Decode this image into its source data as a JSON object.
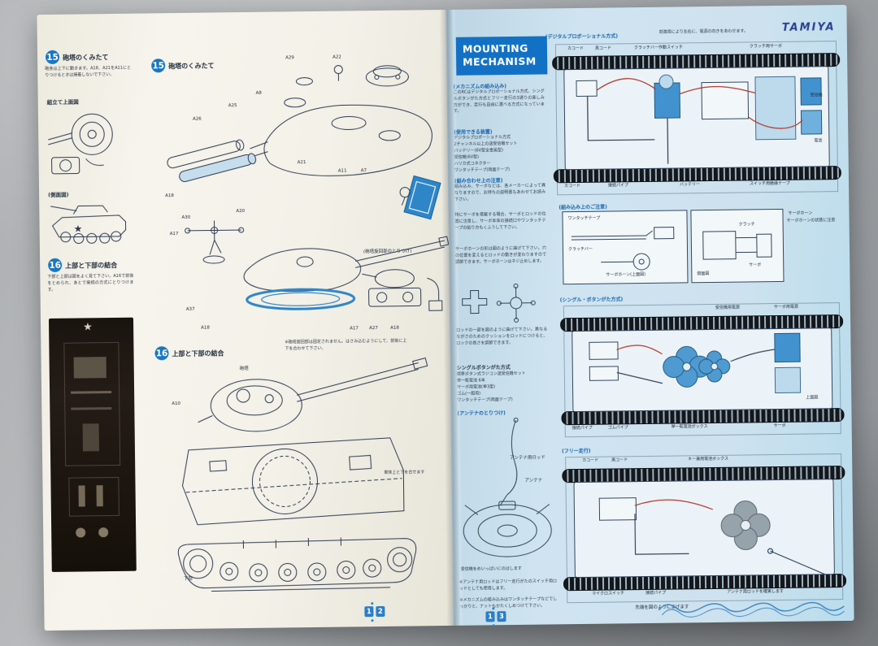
{
  "brand": "TAMIYA",
  "left": {
    "s15a": {
      "num": "15",
      "title": "砲塔のくみたて",
      "body": "砲身は上下に動きます。A18、A21をA11にとりつけるときは接着しないで下さい。"
    },
    "s15b": {
      "num": "15",
      "title": "砲塔のくみたて"
    },
    "s16a": {
      "num": "16",
      "title": "上部と下部の結合",
      "body": "下部と上部は図をよく見て下さい。A16で前後をとめられ、あとで接続の方式にとりつけます。"
    },
    "s16b": {
      "num": "16",
      "title": "上部と下部の結合"
    },
    "top_view_label": "組立て上面図",
    "side_view_label": "(側面図)",
    "turret_attach_label": "(砲塔旋回部のとりつけ)",
    "s16note": "※砲塔旋回部は固定されません。はさみ込むようにして、前後に上下を合わせて下さい。",
    "parts": {
      "a29": "A29",
      "a22": "A22",
      "a8": "A8",
      "a25": "A25",
      "a26": "A26",
      "a21": "A21",
      "a11": "A11",
      "a7": "A7",
      "a18": "A18",
      "a20": "A20",
      "a30": "A30",
      "a17": "A17",
      "a37": "A37",
      "a18b": "A18",
      "a17b": "A17",
      "a27": "A27",
      "a18c": "A18",
      "a10": "A10"
    },
    "tank_labels": {
      "hull": "車体上と下を合せます",
      "lower": "下部",
      "turret": "砲塔"
    },
    "page_num_1": "1",
    "page_num_2": "2"
  },
  "right": {
    "header_line1": "MOUNTING",
    "header_line2": "MECHANISM",
    "top_note": "前進用により左右に、電源の向きをあわせます。",
    "col": {
      "intro_title": "(メカニズムの組み込み)",
      "intro_body": "このRCはデジタルプロポーショナル方式、シングルボタンがた方式とフリー走行の3通りの楽しみ方ができ、走行も自由に選べる方式になっています。",
      "equip_title": "(使用できる装置)",
      "equip_lines": [
        "デジタルプロポーショナル方式",
        "2チャンネル以上の送受信機セット",
        "バッテリー(6V型全金属型)",
        "受信機(6V型)",
        "ハリカ式コネクター",
        "ワンタッチテープ(両面テープ)"
      ],
      "note_title": "(組み合わせ上の注意)",
      "note_body": "組み込み、サーボなどは、各メーカーによって異なりますので、お持ちの説明書もあわせてお読み下さい。",
      "servo_note": "特にサーボを搭載する場合、サーボとロッドの位置に注意し、サーボ本体の接続口やワンタッチテープの貼り方もくふうして下さい。",
      "horn_note": "サーボホーンの形は図のように曲げて下さい。穴の位置を変えるとロッドの動きが変わりますので調節できます。サーボホーンはネジ止めします。",
      "rod_note": "ロッドの一部を図のように曲げて下さい。異なるながさのためのクッションをロッドにつけると、ロックの長さを調節できます。",
      "single_title": "シングルボタンがた方式",
      "single_lines": [
        "標準ボタン式ラジコン送受信機セット",
        "単一乾電池 6本",
        "サーボ用電池(単3型)",
        "ゴム(一般用)",
        "ワンタッチテープ(両面テープ)"
      ],
      "antenna_title": "(アンテナのとりつけ)",
      "antenna_rod_label": "アンテナ用ロッド",
      "antenna_label": "アンテナ",
      "antenna_base_label": "受信機をめいっぱいにのばします",
      "note1": "※アンテナ用ロッドはフリー走行がたのスイッチ用ロッドとしても使用します。",
      "note2": "※メカニズムの組み込みはワンタッチテープなどでしっかりと、ナットもかたくしめつけて下さい。"
    },
    "d1": {
      "title": "(デジタルプロポーショナル方式)",
      "labels": {
        "rcode": "カコード",
        "kcode": "黒コード",
        "clutch_switch": "クラッチバー作動スイッチ",
        "clutch_servo": "クラッチ両サーボ",
        "receiver": "受信機",
        "cell": "電池",
        "battery": "バッテリー",
        "sw_tape": "スイッチ用絶縁テープ",
        "pipe": "接続パイプ",
        "rcode2": "カコード"
      }
    },
    "d2": {
      "title": "(組み込み上のご注意)",
      "labels": {
        "tape": "ワンタッチテープ",
        "bar": "クラッチバー",
        "horn_top": "サーボホーン(上面図)",
        "side": "側面図",
        "clutch": "クラッチ",
        "servo": "サーボ",
        "horn": "サーボホーン",
        "note": "サーボホーンの状態に注意"
      }
    },
    "d3": {
      "title": "(シングル・ボタンがた方式)",
      "labels": {
        "recv_batt": "受信機用電源",
        "servo_batt": "サーボ用電源",
        "rubber": "ゴムパイプ",
        "box": "単一乾電池ボックス",
        "servo": "サーボ",
        "pipe": "接続パイプ",
        "top": "上面図"
      }
    },
    "d4": {
      "title": "(フリー走行)",
      "labels": {
        "rcode": "カコード",
        "kcode": "黒コード",
        "keybox": "キー兼用電池ボックス",
        "pipe": "接続パイプ",
        "micro": "マイクロスイッチ",
        "antenna": "アンテナ用ロッドを確実します"
      }
    },
    "bottom_note": "先端を図のようにまげます",
    "page_num_1": "1",
    "page_num_2": "3"
  }
}
